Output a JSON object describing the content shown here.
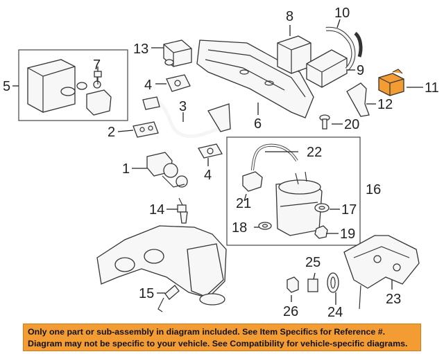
{
  "callouts": {
    "c1": "1",
    "c2": "2",
    "c3": "3",
    "c4a": "4",
    "c4b": "4",
    "c5": "5",
    "c6": "6",
    "c7": "7",
    "c8": "8",
    "c9": "9",
    "c10": "10",
    "c11": "11",
    "c12": "12",
    "c13": "13",
    "c14": "14",
    "c15": "15",
    "c16": "16",
    "c17": "17",
    "c18": "18",
    "c19": "19",
    "c20": "20",
    "c21": "21",
    "c22": "22",
    "c23": "23",
    "c24": "24",
    "c25": "25",
    "c26": "26"
  },
  "colors": {
    "highlight": "#f39c34",
    "line": "#333333",
    "banner": "#f39c34"
  },
  "notice": {
    "line1": "Only one part or sub-assembly in diagram included. See Item Specifics for Reference #.",
    "line2": "Diagram may not be specific to your vehicle. See Compatibility for vehicle-specific diagrams."
  }
}
